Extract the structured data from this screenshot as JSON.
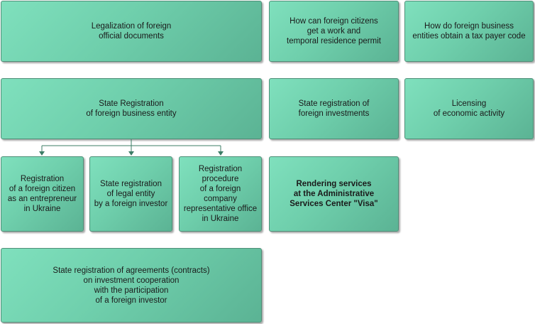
{
  "tiles": {
    "legalization": "Legalization of foreign\nofficial documents",
    "work_permit": "How can foreign citizens\nget a work and\ntemporal residence permit",
    "tax_code": "How do foreign business\nentities obtain a tax payer code",
    "state_registration_business": "State Registration\nof foreign business entity",
    "state_registration_investments": "State registration of\nforeign investments",
    "licensing": "Licensing\nof economic activity",
    "registration_entrepreneur": "Registration\nof a foreign citizen\nas an entrepreneur\nin Ukraine",
    "registration_legal_entity": "State registration\nof legal entity\nby a foreign investor",
    "representative_office": "Registration\nprocedure\nof a foreign company\nrepresentative office\nin Ukraine",
    "visa_center": "Rendering services\nat the Administrative\nServices Center \"Visa\"",
    "agreements": "State registration of agreements (contracts)\non investment cooperation\nwith the participation\nof a foreign investor"
  },
  "colors": {
    "tile_light": "#7fe0bd",
    "tile_dark": "#5bb394",
    "border": "#4f8f78",
    "connector": "#3c7d66"
  }
}
